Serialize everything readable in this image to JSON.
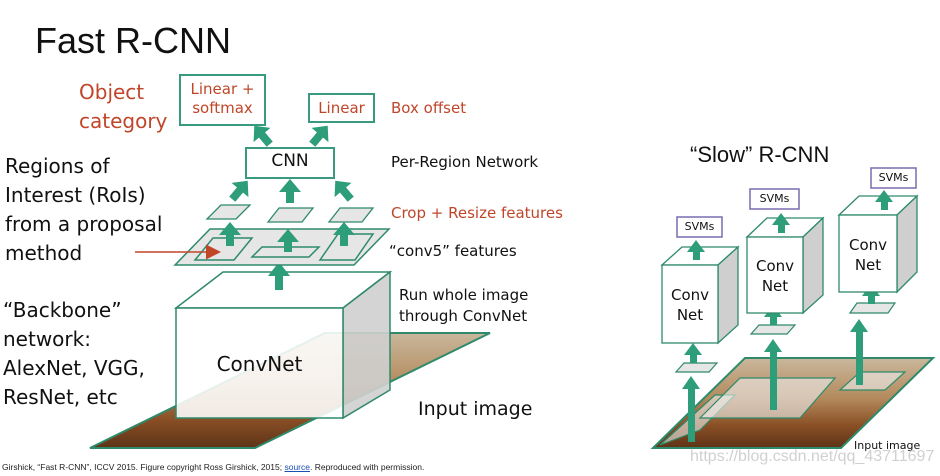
{
  "colors": {
    "accent_green": "#2e9e7a",
    "box_border_green": "#3a9a80",
    "label_red": "#c0462a",
    "svm_border_purple": "#7a6bb0",
    "feature_fill_gray": "#e6e6e6",
    "footer_link_blue": "#1a4fb5"
  },
  "fast_rcnn": {
    "title": "Fast R-CNN",
    "object_category": [
      "Object",
      "category"
    ],
    "linear_softmax_box": [
      "Linear +",
      "softmax"
    ],
    "linear_box": "Linear",
    "box_offset": "Box offset",
    "cnn_box": "CNN",
    "per_region_network": "Per-Region Network",
    "crop_resize": "Crop + Resize features",
    "conv5_features": "“conv5” features",
    "run_whole_image": [
      "Run whole image",
      "through ConvNet"
    ],
    "convnet": "ConvNet",
    "input_image": "Input image",
    "rois_label": [
      "Regions of",
      "Interest (RoIs)",
      "from a proposal",
      "method"
    ],
    "backbone_label": [
      "“Backbone”",
      "network:",
      "AlexNet, VGG,",
      "ResNet, etc"
    ]
  },
  "slow_rcnn": {
    "title": "“Slow” R-CNN",
    "svm_label": "SVMs",
    "cube_label": [
      "Conv",
      "Net"
    ],
    "input_image": "Input image"
  },
  "footer": {
    "citation_prefix": "Girshick, “Fast R-CNN”, ICCV 2015. Figure copyright Ross Girshick, 2015; ",
    "source_link": "source",
    "citation_suffix": ". Reproduced with permission."
  },
  "watermark": "https://blog.csdn.net/qq_43711697"
}
